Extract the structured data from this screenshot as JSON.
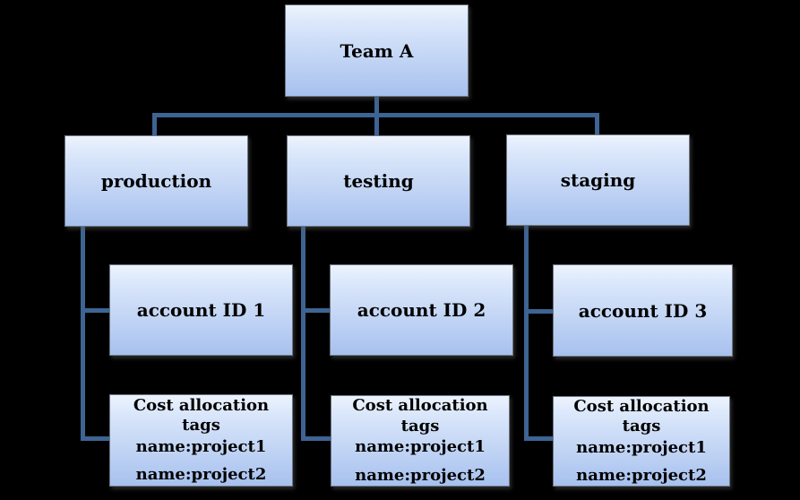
{
  "palette": {
    "background": "#000000",
    "connector_line": "#3d6493",
    "box_border": "#6d7683",
    "box_gradient_top": "#edf3fd",
    "box_gradient_bottom": "#a7c1ee",
    "text": "#000000"
  },
  "diagram": {
    "type": "org-hierarchy-tree",
    "root": {
      "label": "Team A"
    },
    "branches": [
      {
        "environment": "production",
        "account": "account ID 1",
        "tags": {
          "title": "Cost allocation tags",
          "items": [
            "name:project1",
            "name:project2"
          ]
        }
      },
      {
        "environment": "testing",
        "account": "account ID 2",
        "tags": {
          "title": "Cost allocation tags",
          "items": [
            "name:project1",
            "name:project2"
          ]
        }
      },
      {
        "environment": "staging",
        "account": "account ID 3",
        "tags": {
          "title": "Cost allocation tags",
          "items": [
            "name:project1",
            "name:project2"
          ]
        }
      }
    ]
  }
}
